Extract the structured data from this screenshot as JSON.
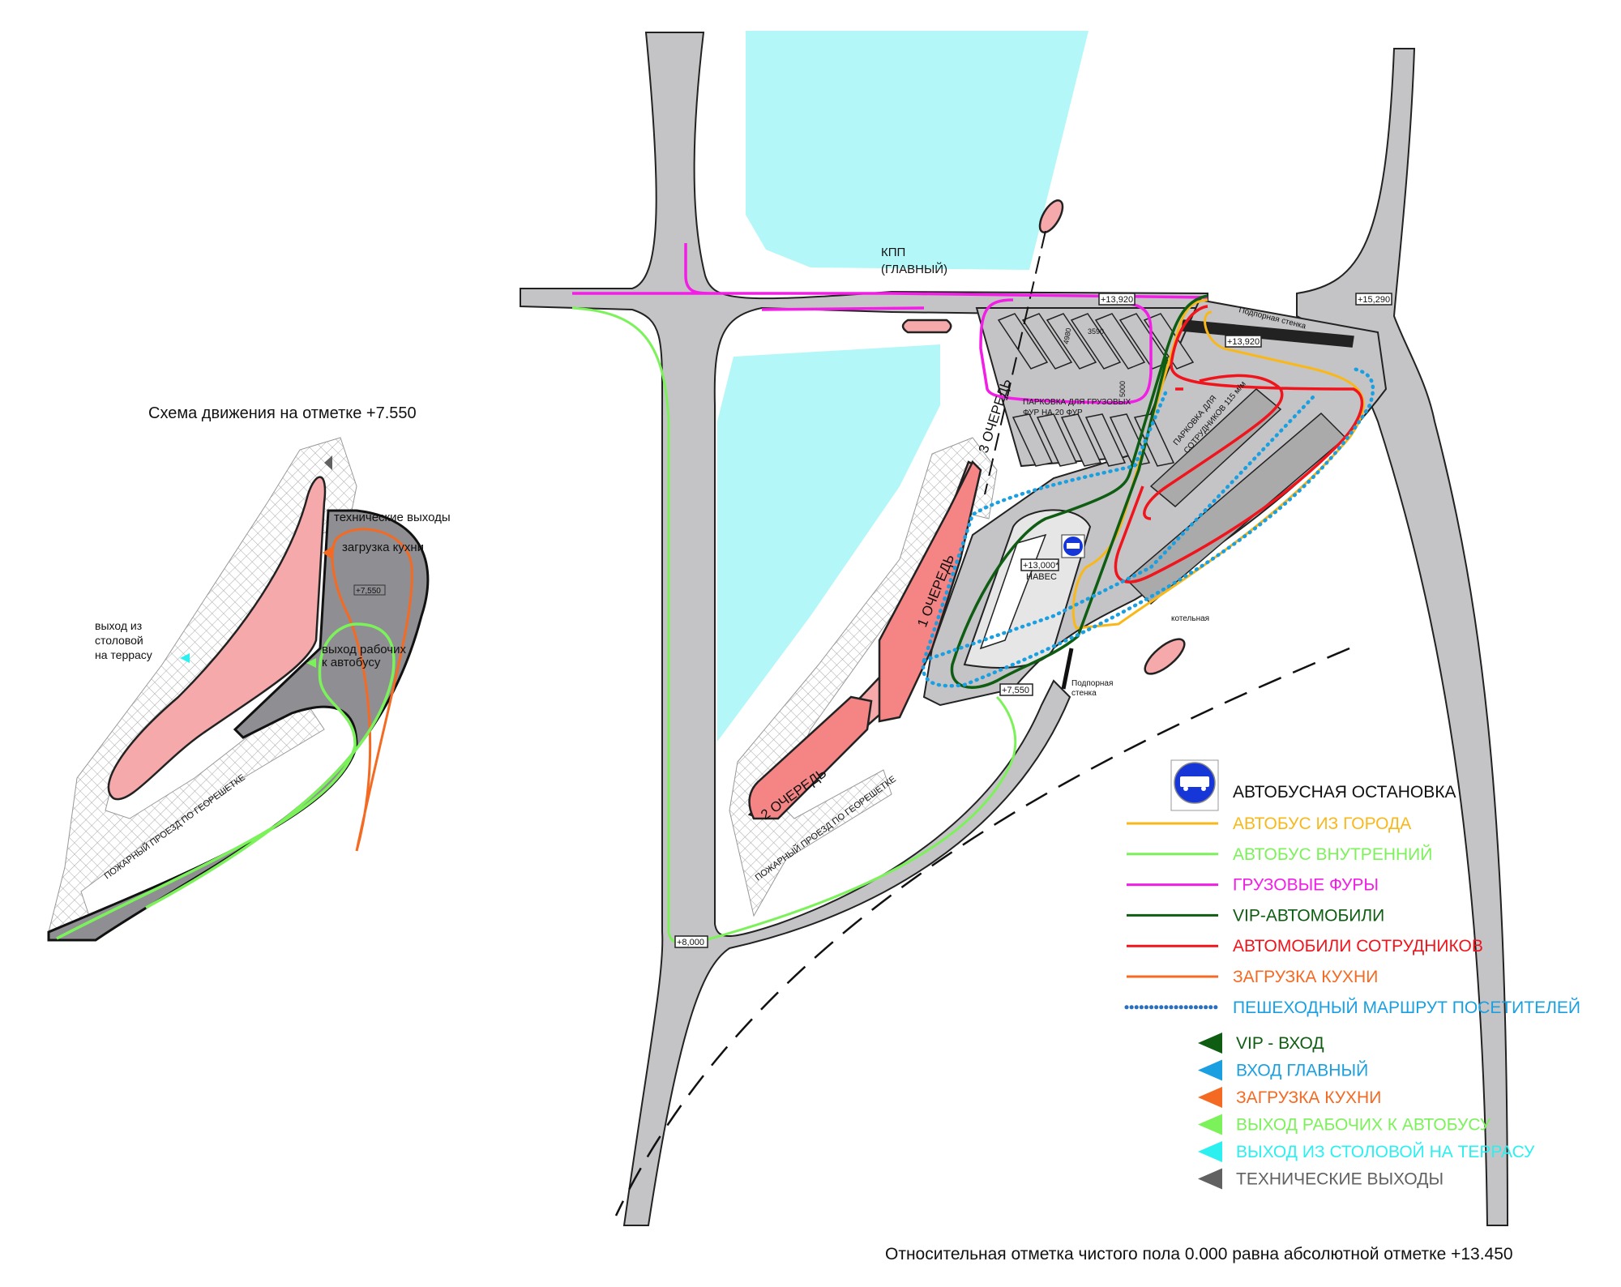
{
  "inset": {
    "title": "Схема движения на отметке +7.550",
    "tech_exits": "технические выходы",
    "kitchen_loading": "загрузка кухни",
    "level": "+7,550",
    "canteen_exit": [
      "выход из",
      "столовой",
      "на террасу"
    ],
    "workers_exit": [
      "выход рабочих",
      "к автобусу"
    ],
    "fire_passage": "ПОЖАРНЫЙ ПРОЕЗД ПО ГЕОРЕШЕТКЕ"
  },
  "plan": {
    "checkpoint": [
      "КПП",
      "(ГЛАВНЫЙ)"
    ],
    "phase1": "1 ОЧЕРЕДЬ",
    "phase2": "2 ОЧЕРЕДЬ",
    "phase3": "3 ОЧЕРЕДЬ",
    "fire_passage": "ПОЖАРНЫЙ ПРОЕЗД ПО ГЕОРЕШЕТКЕ",
    "truck_parking": [
      "ПАРКОВКА ДЛЯ ГРУЗОВЫХ",
      "ФУР НА 20 ФУР"
    ],
    "staff_parking": [
      "ПАРКОВКА ДЛЯ",
      "СОТРУДНИКОВ 115 м/м"
    ],
    "level_13920_a": "+13,920",
    "level_13920_b": "+13,920",
    "level_15290": "+15,290",
    "level_13000": "+13,000*",
    "canopy": "НАВЕС",
    "level_7550": "+7,550",
    "level_8000": "+8,000",
    "retaining_wall_top": "Подпорная стенка",
    "retaining_wall_bottom": [
      "Подпорная",
      "стенка"
    ],
    "boiler": "котельная",
    "dims": [
      "3590",
      "4980",
      "5000"
    ]
  },
  "legend": {
    "bus_stop": "АВТОБУСНАЯ ОСТАНОВКА",
    "lines": [
      {
        "label": "АВТОБУС ИЗ ГОРОДА",
        "color": "#f9b81a",
        "style": "solid"
      },
      {
        "label": "АВТОБУС ВНУТРЕННИЙ",
        "color": "#7cf25a",
        "style": "solid"
      },
      {
        "label": "ГРУЗОВЫЕ ФУРЫ",
        "color": "#f21ee6",
        "style": "solid"
      },
      {
        "label": "VIP-АВТОМОБИЛИ",
        "color": "#0f5d12",
        "style": "solid"
      },
      {
        "label": "АВТОМОБИЛИ СОТРУДНИКОВ",
        "color": "#f0141c",
        "style": "solid"
      },
      {
        "label": "ЗАГРУЗКА КУХНИ",
        "color": "#f46a22",
        "style": "solid"
      },
      {
        "label": "ПЕШЕХОДНЫЙ МАРШРУТ ПОСЕТИТЕЛЕЙ",
        "color": "#1a9fe0",
        "style": "dotted"
      }
    ],
    "arrows": [
      {
        "label": "VIP - ВХОД",
        "color": "#0f5d12"
      },
      {
        "label": "ВХОД ГЛАВНЫЙ",
        "color": "#1a9fe0"
      },
      {
        "label": "ЗАГРУЗКА КУХНИ",
        "color": "#f46a22"
      },
      {
        "label": "ВЫХОД РАБОЧИХ К АВТОБУСУ",
        "color": "#7cf25a"
      },
      {
        "label": "ВЫХОД ИЗ СТОЛОВОЙ НА ТЕРРАСУ",
        "color": "#2cf0f0"
      },
      {
        "label": "ТЕХНИЧЕСКИЕ ВЫХОДЫ",
        "color": "#616161"
      }
    ]
  },
  "footer": "Относительная отметка чистого пола 0.000 равна абсолютной отметке +13.450"
}
